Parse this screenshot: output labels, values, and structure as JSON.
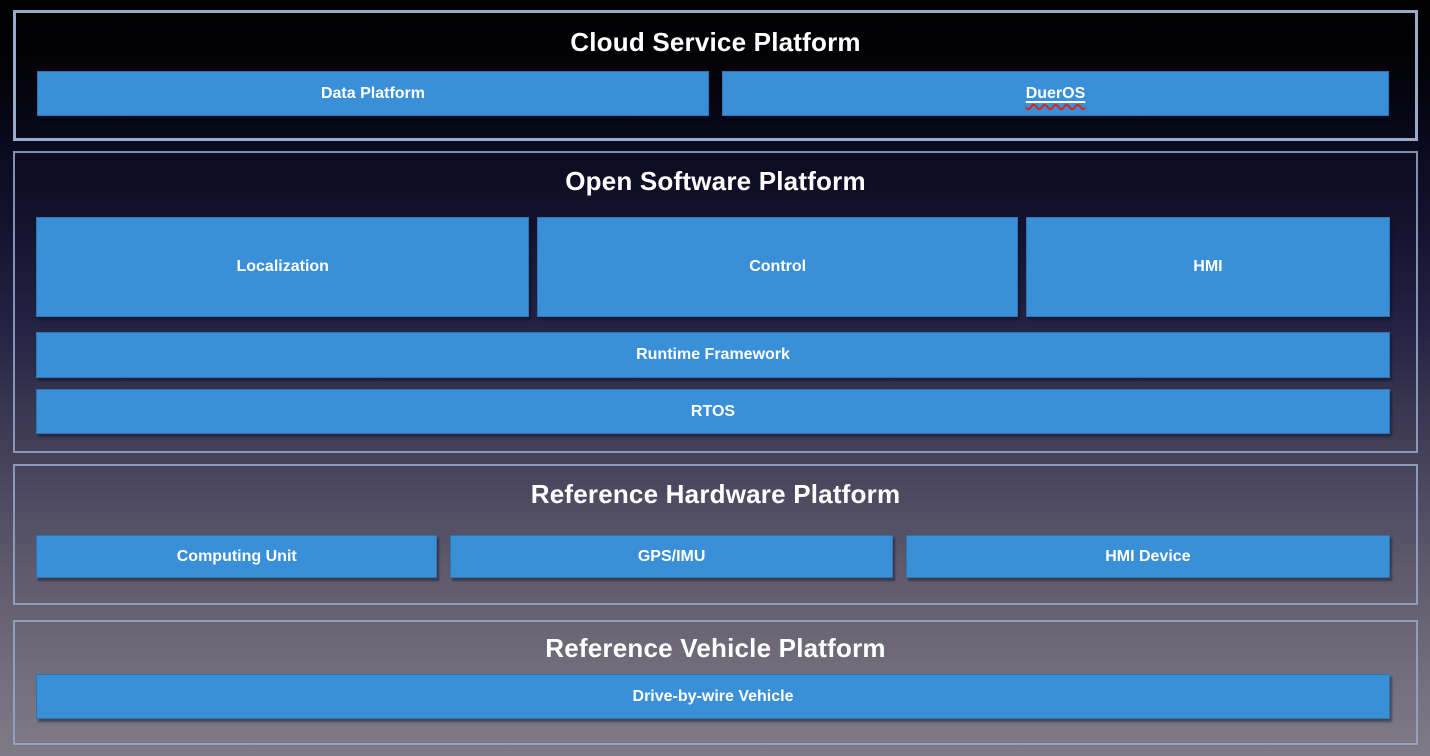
{
  "colors": {
    "box_blue": "#3990d8",
    "panel_border": "#94a8cb",
    "background_top": "#000000",
    "background_bottom": "#7e7b86",
    "title_text": "#ffffff",
    "box_text": "#ffffff",
    "spellcheck_red": "#e02318"
  },
  "sections": [
    {
      "id": "cloud-service-platform",
      "title": "Cloud Service Platform",
      "rows": [
        {
          "boxes": [
            {
              "label": "Data Platform"
            },
            {
              "label": "DuerOS"
            }
          ]
        }
      ]
    },
    {
      "id": "open-software-platform",
      "title": "Open Software Platform",
      "rows": [
        {
          "boxes": [
            {
              "label": "Localization"
            },
            {
              "label": "Control"
            },
            {
              "label": "HMI"
            }
          ]
        },
        {
          "boxes": [
            {
              "label": "Runtime Framework"
            }
          ]
        },
        {
          "boxes": [
            {
              "label": "RTOS"
            }
          ]
        }
      ]
    },
    {
      "id": "reference-hardware-platform",
      "title": "Reference Hardware Platform",
      "rows": [
        {
          "boxes": [
            {
              "label": "Computing Unit"
            },
            {
              "label": "GPS/IMU"
            },
            {
              "label": "HMI Device"
            }
          ]
        }
      ]
    },
    {
      "id": "reference-vehicle-platform",
      "title": "Reference Vehicle Platform",
      "rows": [
        {
          "boxes": [
            {
              "label": "Drive-by-wire Vehicle"
            }
          ]
        }
      ]
    }
  ]
}
